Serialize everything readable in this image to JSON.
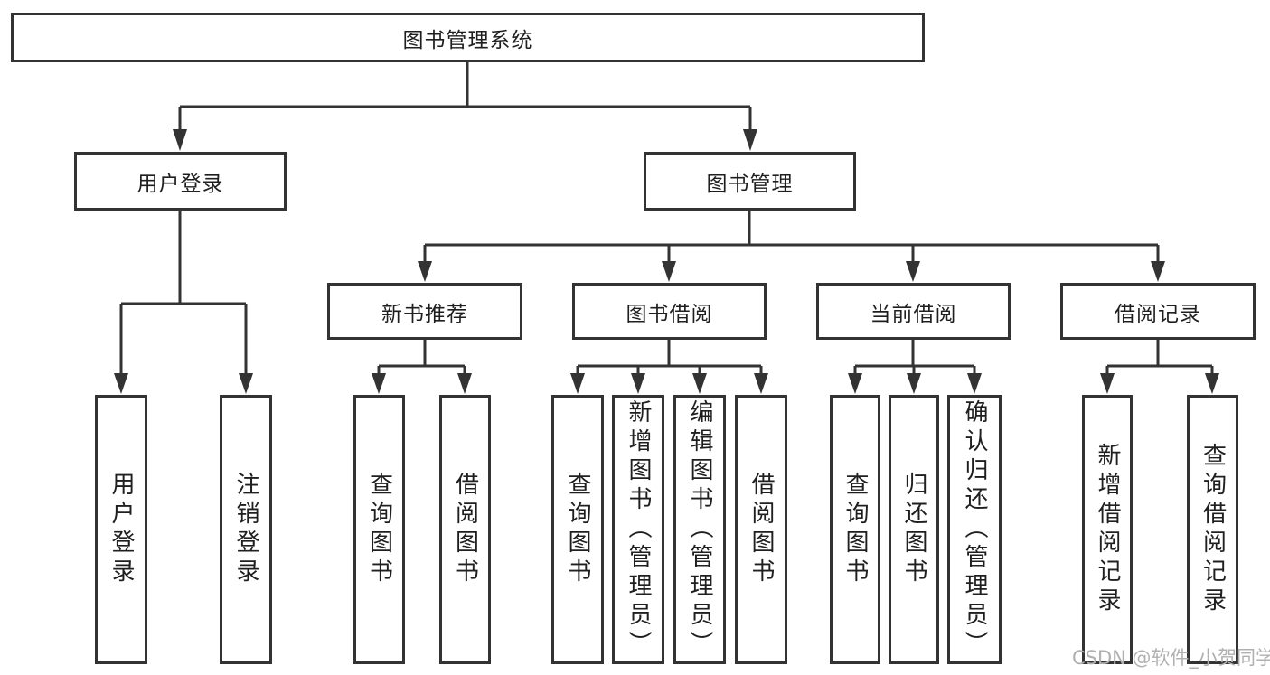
{
  "diagram": {
    "root": {
      "label": "图书管理系统"
    },
    "level2": {
      "user_login": {
        "label": "用户登录"
      },
      "book_mgmt": {
        "label": "图书管理"
      }
    },
    "level3": {
      "new_books": {
        "label": "新书推荐"
      },
      "book_borrow": {
        "label": "图书借阅"
      },
      "current_borrow": {
        "label": "当前借阅"
      },
      "borrow_record": {
        "label": "借阅记录"
      }
    },
    "leaves": {
      "login_user": {
        "label": "用户登录"
      },
      "login_logout": {
        "label": "注销登录"
      },
      "newbook_query": {
        "label": "查询图书"
      },
      "newbook_borrow": {
        "label": "借阅图书"
      },
      "borrow_query": {
        "label": "查询图书"
      },
      "borrow_add": {
        "label": "新增图书（管理员）"
      },
      "borrow_edit": {
        "label": "编辑图书（管理员）"
      },
      "borrow_borrow": {
        "label": "借阅图书"
      },
      "current_query": {
        "label": "查询图书"
      },
      "current_return": {
        "label": "归还图书"
      },
      "current_confirm": {
        "label": "确认归还（管理员）"
      },
      "record_add": {
        "label": "新增借阅记录"
      },
      "record_query": {
        "label": "查询借阅记录"
      }
    }
  },
  "watermark": {
    "text": "CSDN @软件_小贺同学"
  },
  "colors": {
    "line": "#333333",
    "text": "#1f1f1f",
    "watermark": "#b0b0b0",
    "background": "#ffffff"
  }
}
